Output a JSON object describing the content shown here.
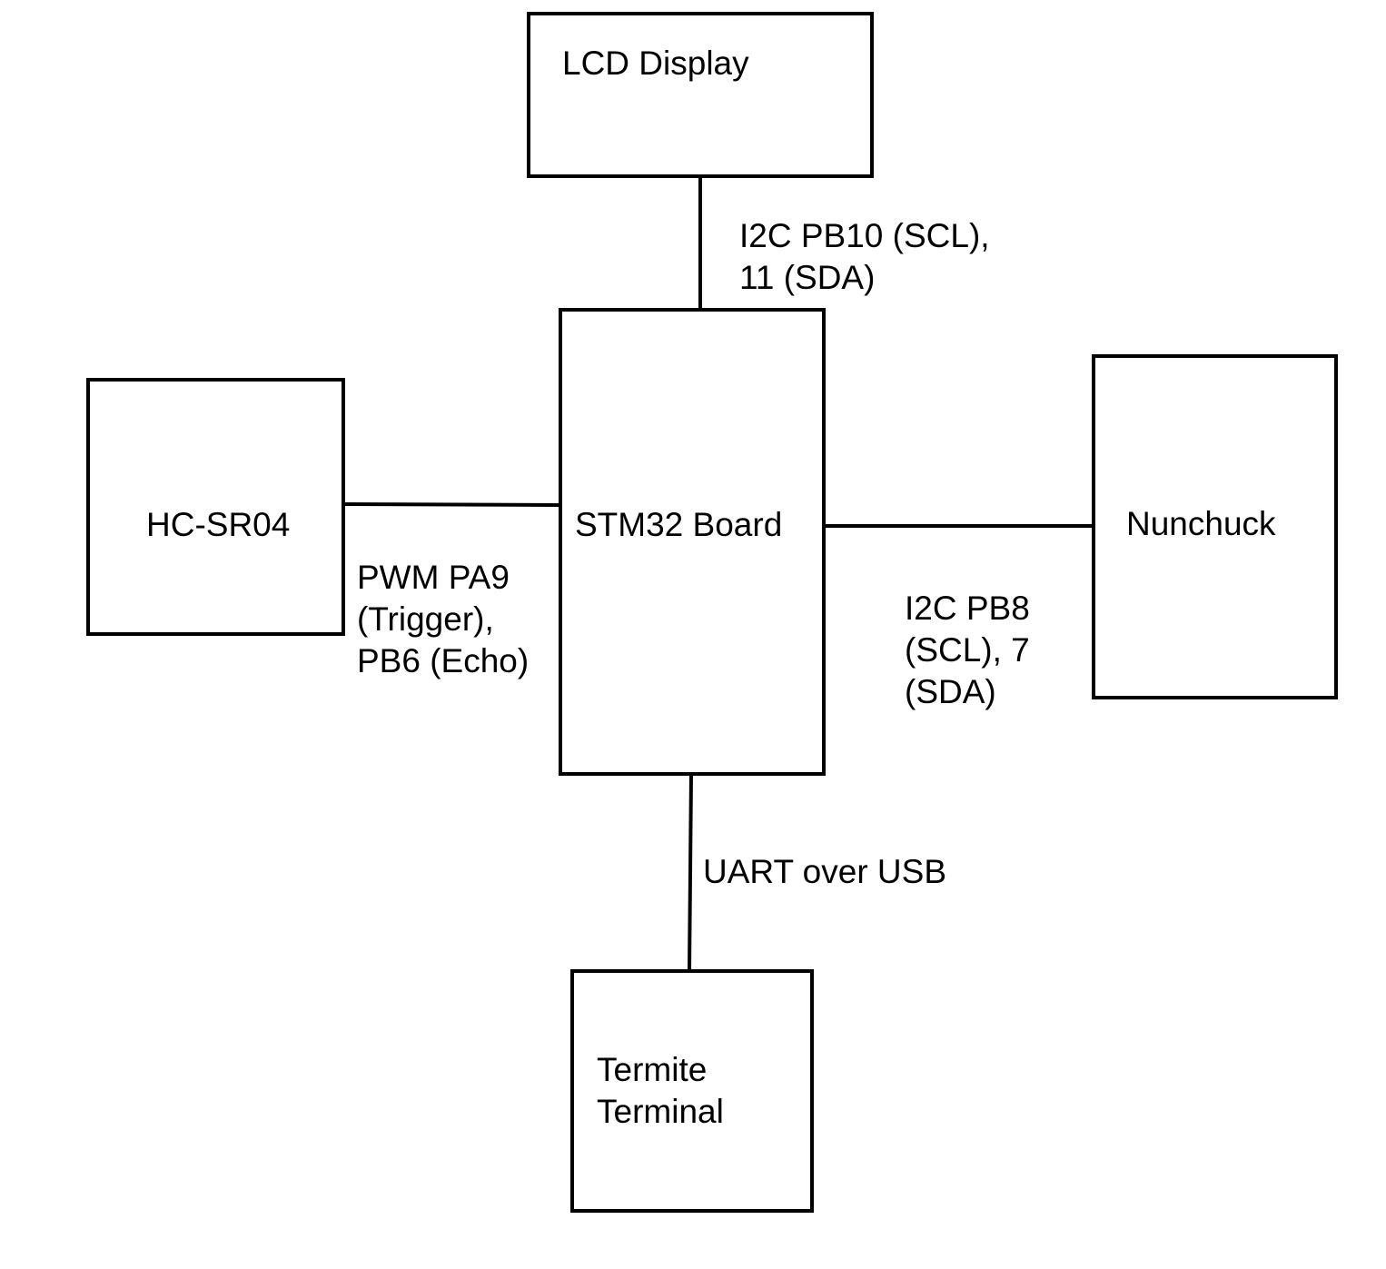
{
  "components": {
    "lcd": {
      "lines": [
        "LCD Display"
      ]
    },
    "stm32": {
      "lines": [
        "STM32 Board"
      ]
    },
    "hcsr04": {
      "lines": [
        "HC-SR04"
      ]
    },
    "nunchuck": {
      "lines": [
        "Nunchuck"
      ]
    },
    "termite": {
      "lines": [
        "Termite",
        "Terminal"
      ]
    }
  },
  "connections": {
    "lcd_stm32": {
      "lines": [
        "I2C PB10 (SCL),",
        "11 (SDA)"
      ]
    },
    "hcsr04_stm32": {
      "lines": [
        "PWM PA9",
        "(Trigger),",
        "PB6 (Echo)"
      ]
    },
    "stm32_nunchuck": {
      "lines": [
        "I2C PB8",
        "(SCL), 7",
        "(SDA)"
      ]
    },
    "stm32_termite": {
      "lines": [
        "UART over USB"
      ]
    }
  }
}
